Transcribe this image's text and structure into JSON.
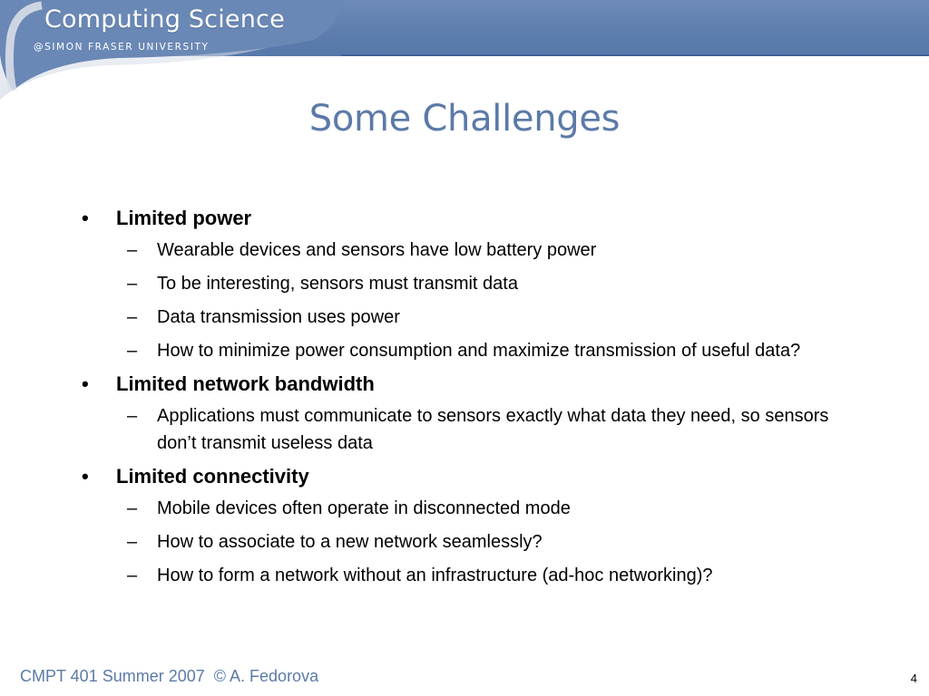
{
  "header": {
    "logo_title": "Computing Science",
    "logo_subtitle": "@SIMON FRASER UNIVERSITY",
    "colors": {
      "banner": "#5d7dae",
      "swoosh": "#dfe3ea",
      "accent": "#5b7aa8"
    }
  },
  "slide": {
    "title": "Some Challenges",
    "sections": [
      {
        "bullet": "•",
        "heading": "Limited power",
        "items": [
          "Wearable devices and sensors have low battery power",
          "To be interesting, sensors must transmit data",
          "Data transmission uses power",
          "How to minimize power consumption and maximize transmission of useful data?"
        ]
      },
      {
        "bullet": "•",
        "heading": "Limited network bandwidth",
        "items": [
          "Applications must communicate to sensors exactly what data they need, so sensors don’t transmit useless data"
        ]
      },
      {
        "bullet": "•",
        "heading": "Limited connectivity",
        "items": [
          "Mobile devices often operate in disconnected mode",
          "How to associate to a new network seamlessly?",
          "How to form a network without an infrastructure (ad-hoc networking)?"
        ]
      }
    ],
    "sub_marker": "–"
  },
  "footer": {
    "course": "CMPT 401 Summer 2007  © A. Fedorova",
    "page_number": "4"
  }
}
